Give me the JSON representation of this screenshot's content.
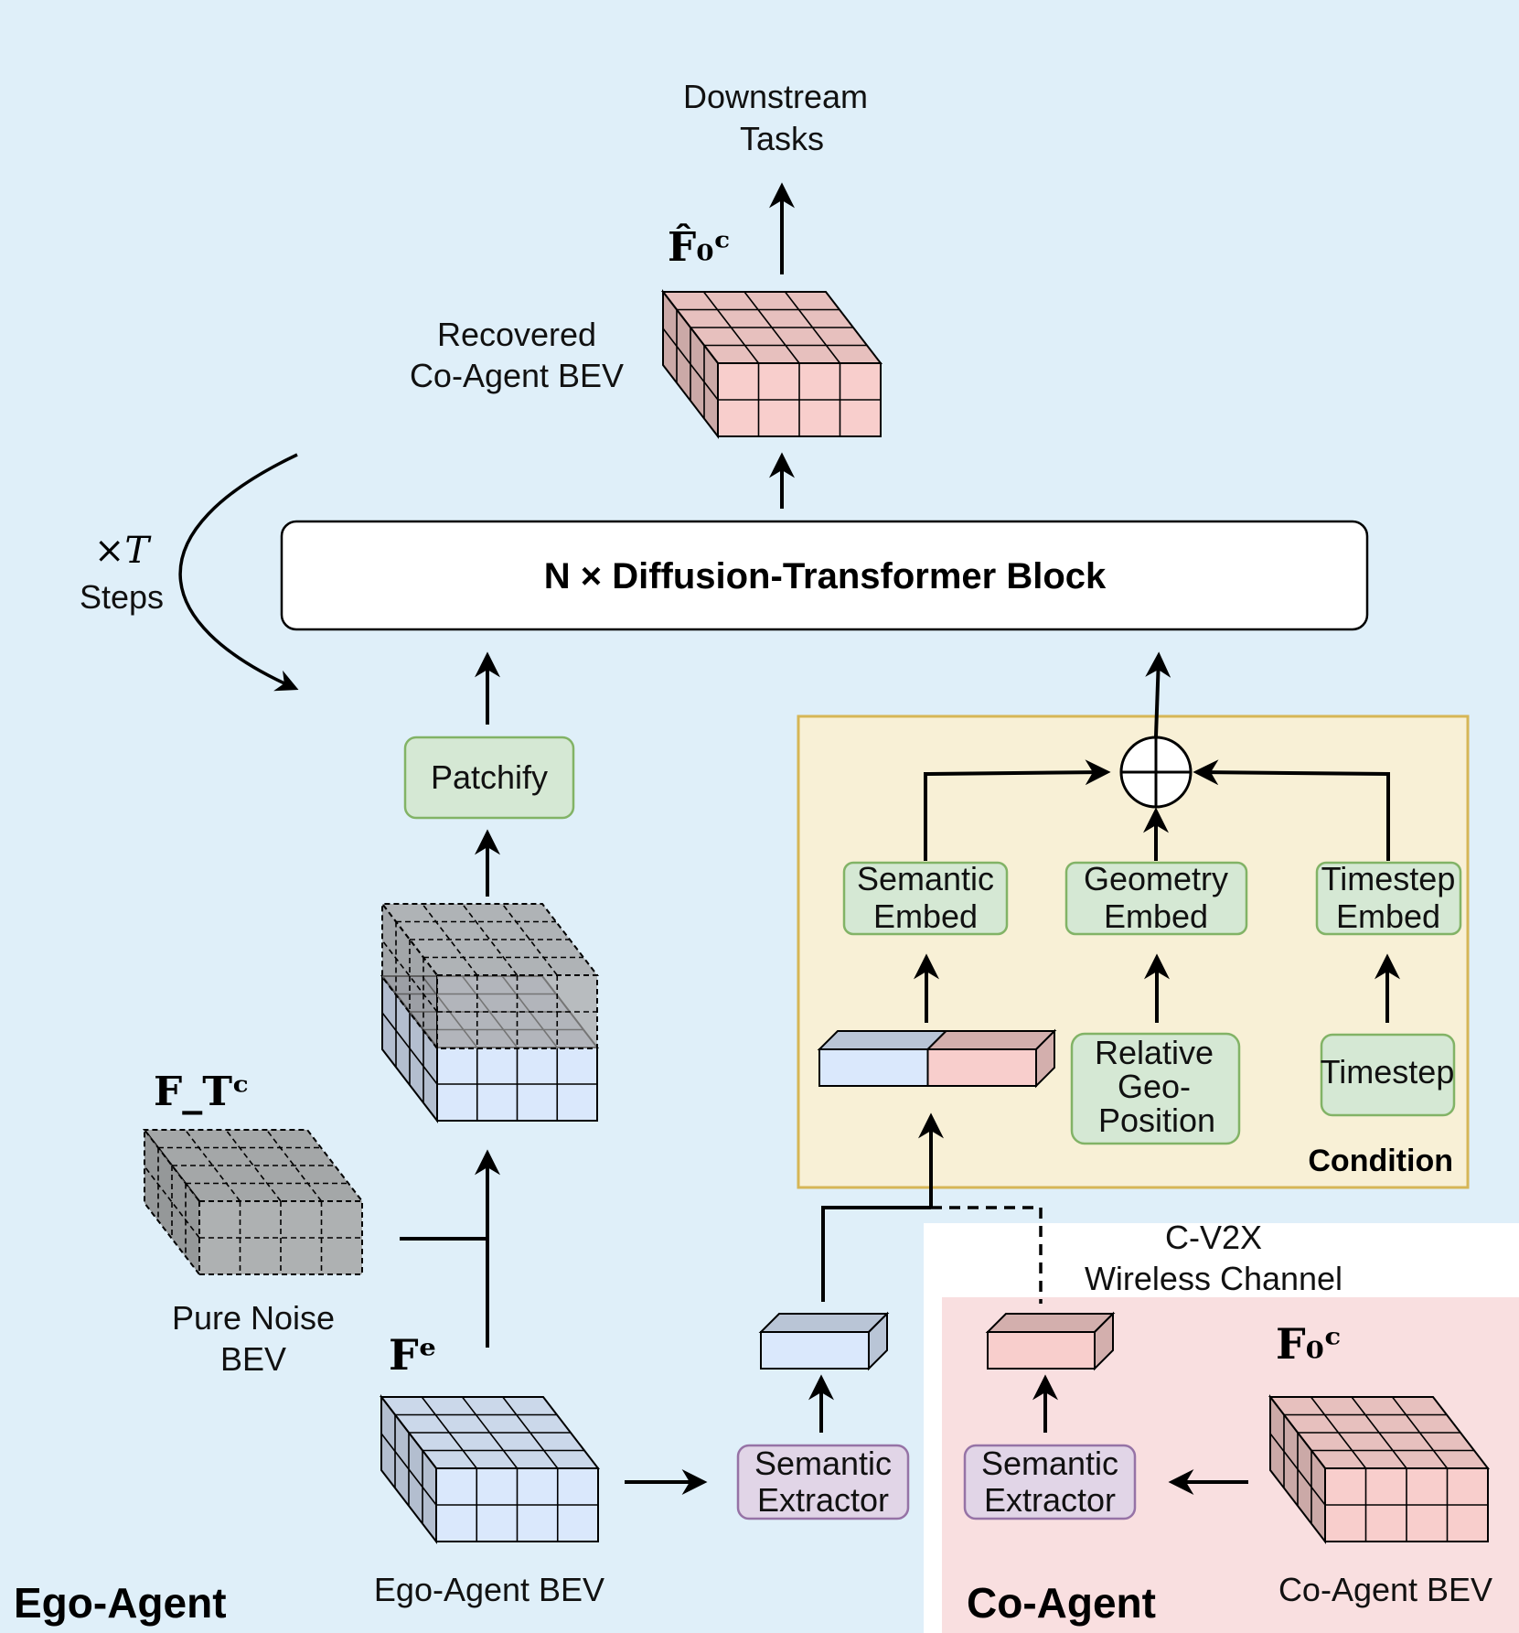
{
  "diagram": {
    "downstream": [
      "Downstream",
      "Tasks"
    ],
    "recovered_bev": [
      "Recovered",
      "Co-Agent BEV"
    ],
    "recovered_symbol": "F̂₀ᶜ",
    "steps": [
      "×T",
      "Steps"
    ],
    "dit_block": "N × Diffusion-Transformer Block",
    "patchify": "Patchify",
    "noise_symbol": "F_Tᶜ",
    "pure_noise": [
      "Pure Noise",
      "BEV"
    ],
    "ego_symbol": "Fᵉ",
    "ego_bev": "Ego-Agent BEV",
    "ego_region": "Ego-Agent",
    "semantic_extractor": [
      "Semantic",
      "Extractor"
    ],
    "semantic_embed": [
      "Semantic",
      "Embed"
    ],
    "geometry_embed": [
      "Geometry",
      "Embed"
    ],
    "timestep_embed": [
      "Timestep",
      "Embed"
    ],
    "relative_geo": [
      "Relative",
      "Geo-",
      "Position"
    ],
    "timestep": "Timestep",
    "condition": "Condition",
    "channel": [
      "C-V2X",
      "Wireless Channel"
    ],
    "co_region": "Co-Agent",
    "co_symbol": "F₀ᶜ",
    "co_bev": "Co-Agent BEV"
  },
  "colors": {
    "ego_bg": "#dfeff9",
    "co_bg": "#f9dfe0",
    "condition_bg": "#f8f0d6",
    "condition_border": "#d6b656",
    "green_fill": "#d5e8d4",
    "green_border": "#82b366",
    "purple_fill": "#e1d5e7",
    "purple_border": "#9673a6",
    "blue_cube": "#dae8fc",
    "red_cube": "#f8cecc",
    "grey_cube": "#a6a6a6"
  }
}
